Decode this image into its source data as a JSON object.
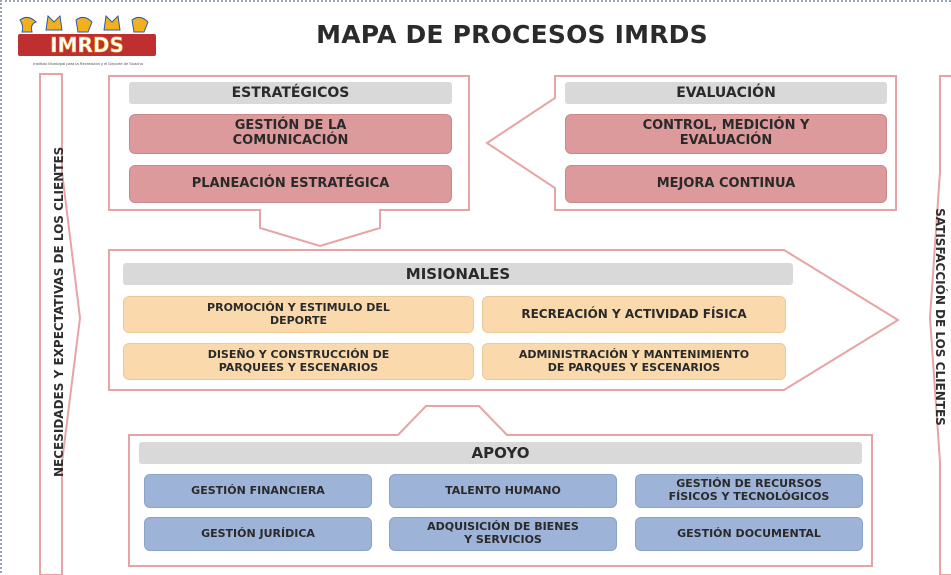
{
  "header": {
    "title": "MAPA DE PROCESOS IMRDS",
    "logo_text": "IMRDS",
    "logo_tagline": "Instituto Municipal para la Recreación y el Deporte de Soacha"
  },
  "sides": {
    "left": "NECESIDADES Y EXPECTATIVAS DE LOS CLIENTES",
    "right": "SATISFACCIÓN DE LOS CLIENTES"
  },
  "estrategicos": {
    "heading": "ESTRATÉGICOS",
    "items": [
      "GESTIÓN DE LA\nCOMUNICACIÓN",
      "PLANEACIÓN ESTRATÉGICA"
    ]
  },
  "evaluacion": {
    "heading": "EVALUACIÓN",
    "items": [
      "CONTROL, MEDICIÓN Y\nEVALUACIÓN",
      "MEJORA CONTINUA"
    ]
  },
  "misionales": {
    "heading": "MISIONALES",
    "items": [
      "PROMOCIÓN Y ESTIMULO DEL\nDEPORTE",
      "RECREACIÓN Y ACTIVIDAD FÍSICA",
      "DISEÑO Y CONSTRUCCIÓN DE\nPARQUEES Y ESCENARIOS",
      "ADMINISTRACIÓN Y MANTENIMIENTO\nDE PARQUES Y ESCENARIOS"
    ]
  },
  "apoyo": {
    "heading": "APOYO",
    "items": [
      "GESTIÓN FINANCIERA",
      "TALENTO HUMANO",
      "GESTIÓN DE RECURSOS\nFÍSICOS Y TECNOLÓGICOS",
      "GESTIÓN JURÍDICA",
      "ADQUISICIÓN DE BIENES\nY SERVICIOS",
      "GESTIÓN DOCUMENTAL"
    ]
  },
  "colors": {
    "outline": "#e7a3a6",
    "estrategico_fill": "#dc9a9c",
    "misional_fill": "#fad9ad",
    "apoyo_fill": "#9db3d7",
    "heading_fill": "#d9d9d9"
  }
}
